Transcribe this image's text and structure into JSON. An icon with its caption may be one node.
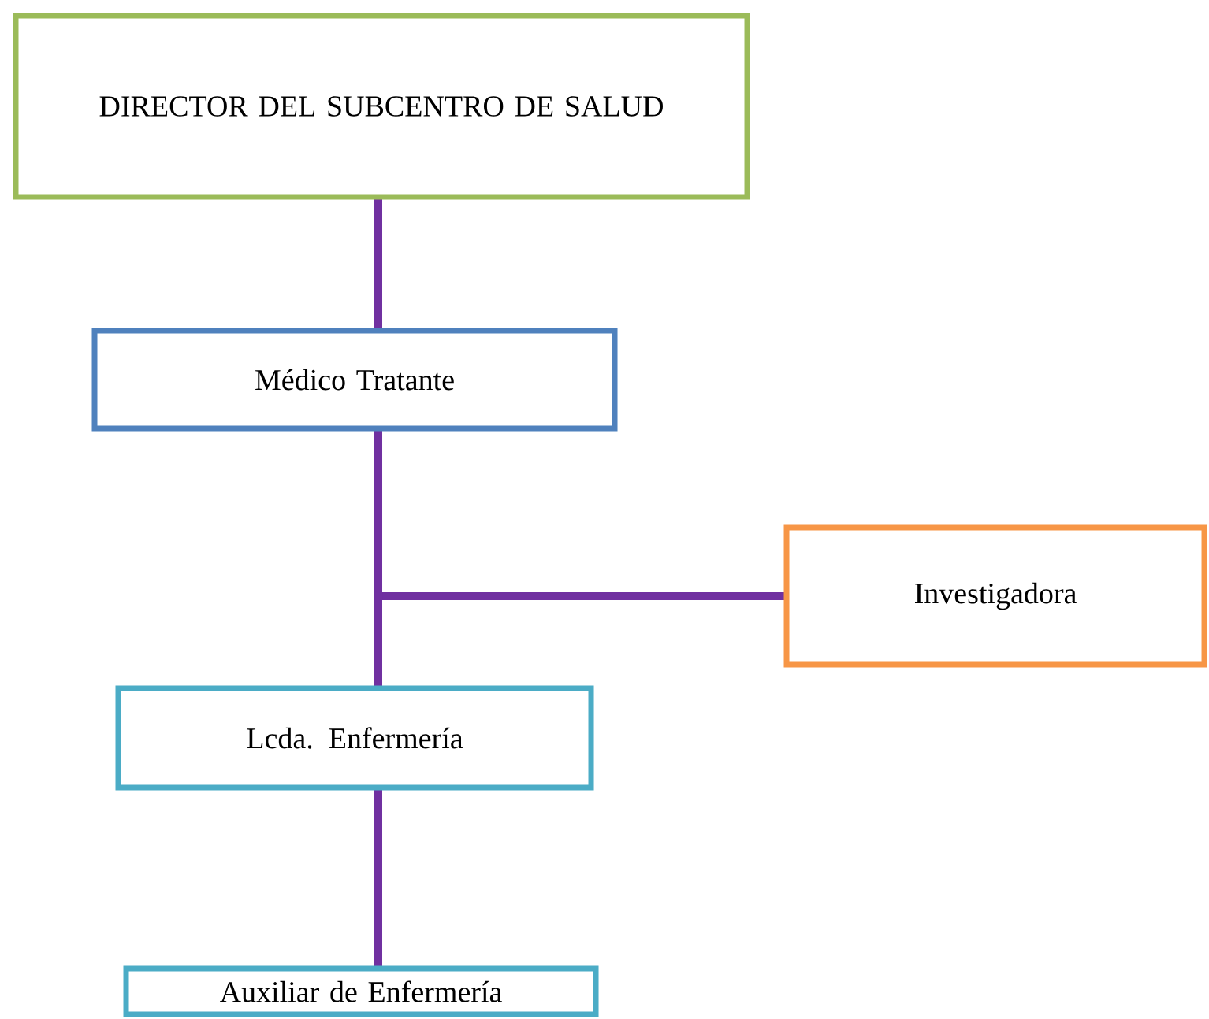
{
  "diagram": {
    "nodes": [
      {
        "text": [
          "DIRECTOR DEL SUBCENTRO DE SALUD"
        ]
      },
      {
        "text": [
          "Médico Tratante"
        ]
      },
      {
        "text": [
          "Investigadora"
        ]
      },
      {
        "text": [
          "Lcda. Enfermería"
        ]
      },
      {
        "text": [
          "Auxiliar de Enfermería"
        ]
      }
    ],
    "edges": [
      {
        "from": 0,
        "to": 1,
        "arrow": "none"
      },
      {
        "from": 1,
        "to": 2,
        "arrow": "none"
      },
      {
        "from": 1,
        "to": 3,
        "arrow": "none"
      },
      {
        "from": 3,
        "to": 4,
        "arrow": "none"
      }
    ]
  }
}
